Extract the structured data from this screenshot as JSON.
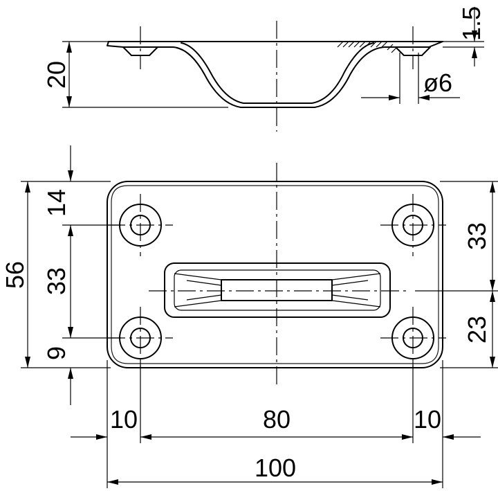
{
  "dimensions": {
    "thickness": "1.5",
    "height": "20",
    "hole_diameter": "ø6",
    "top_margin": "14",
    "hole_spacing_vertical": "33",
    "bottom_margin": "9",
    "overall_height": "56",
    "right_upper": "33",
    "right_lower": "23",
    "left_edge": "10",
    "hole_spacing_horizontal": "80",
    "right_edge": "10",
    "overall_width": "100"
  }
}
